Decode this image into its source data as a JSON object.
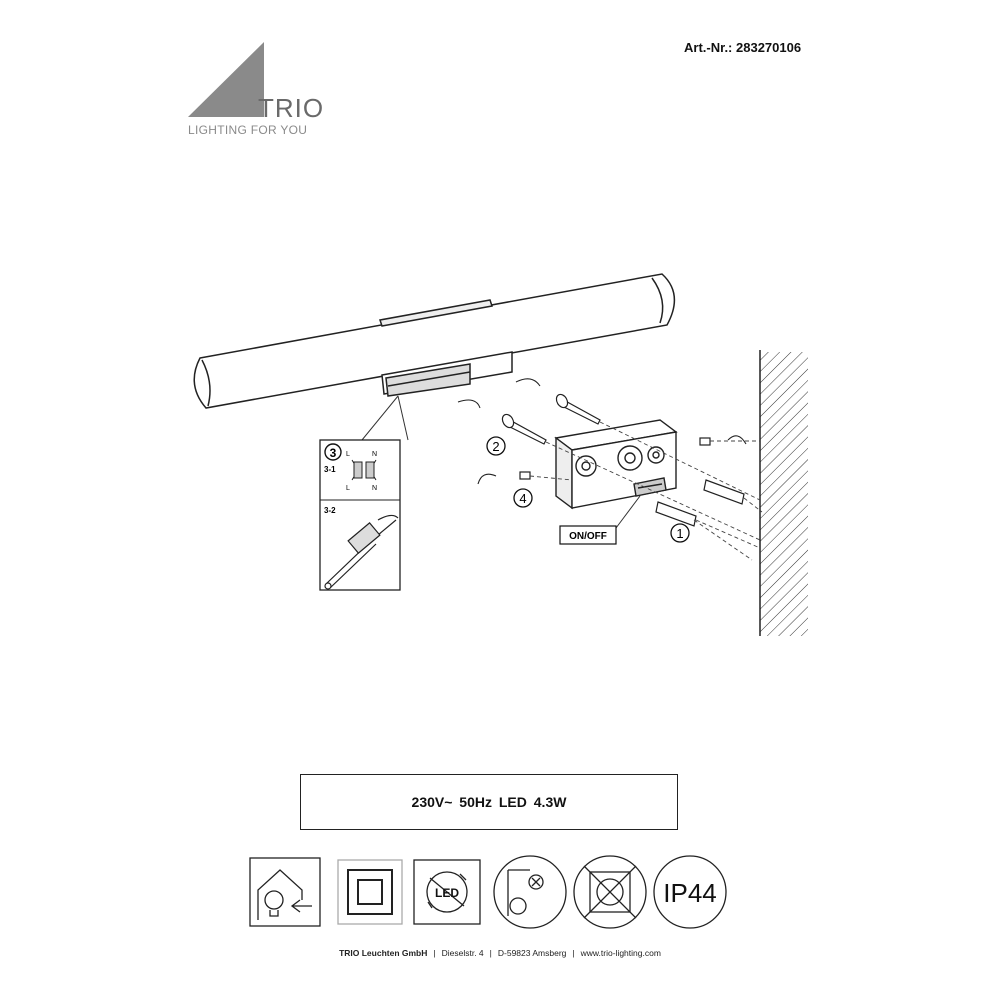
{
  "header": {
    "article_number": "Art.-Nr.: 283270106"
  },
  "logo": {
    "brand": "TRIO",
    "tagline": "LIGHTING FOR YOU"
  },
  "diagram": {
    "callouts": {
      "step1": "1",
      "step2": "2",
      "step3": "3",
      "step4": "4",
      "sub3_1": "3-1",
      "sub3_2": "3-2",
      "wire_l": "L",
      "wire_n": "N",
      "switch_label": "ON/OFF"
    }
  },
  "spec": {
    "text": "230V~ 50Hz  LED  4.3W"
  },
  "symbols": [
    {
      "icon": "indoor-lamp-icon"
    },
    {
      "icon": "double-insulation-icon"
    },
    {
      "icon": "led-replaceable-icon",
      "text": "LED"
    },
    {
      "icon": "min-distance-icon"
    },
    {
      "icon": "no-dimmer-icon"
    },
    {
      "icon": "ip-rating-icon",
      "text": "IP44"
    }
  ],
  "footer": {
    "company": "TRIO Leuchten GmbH",
    "street": "Dieselstr. 4",
    "city": "D-59823 Amsberg",
    "web": "www.trio-lighting.com"
  }
}
